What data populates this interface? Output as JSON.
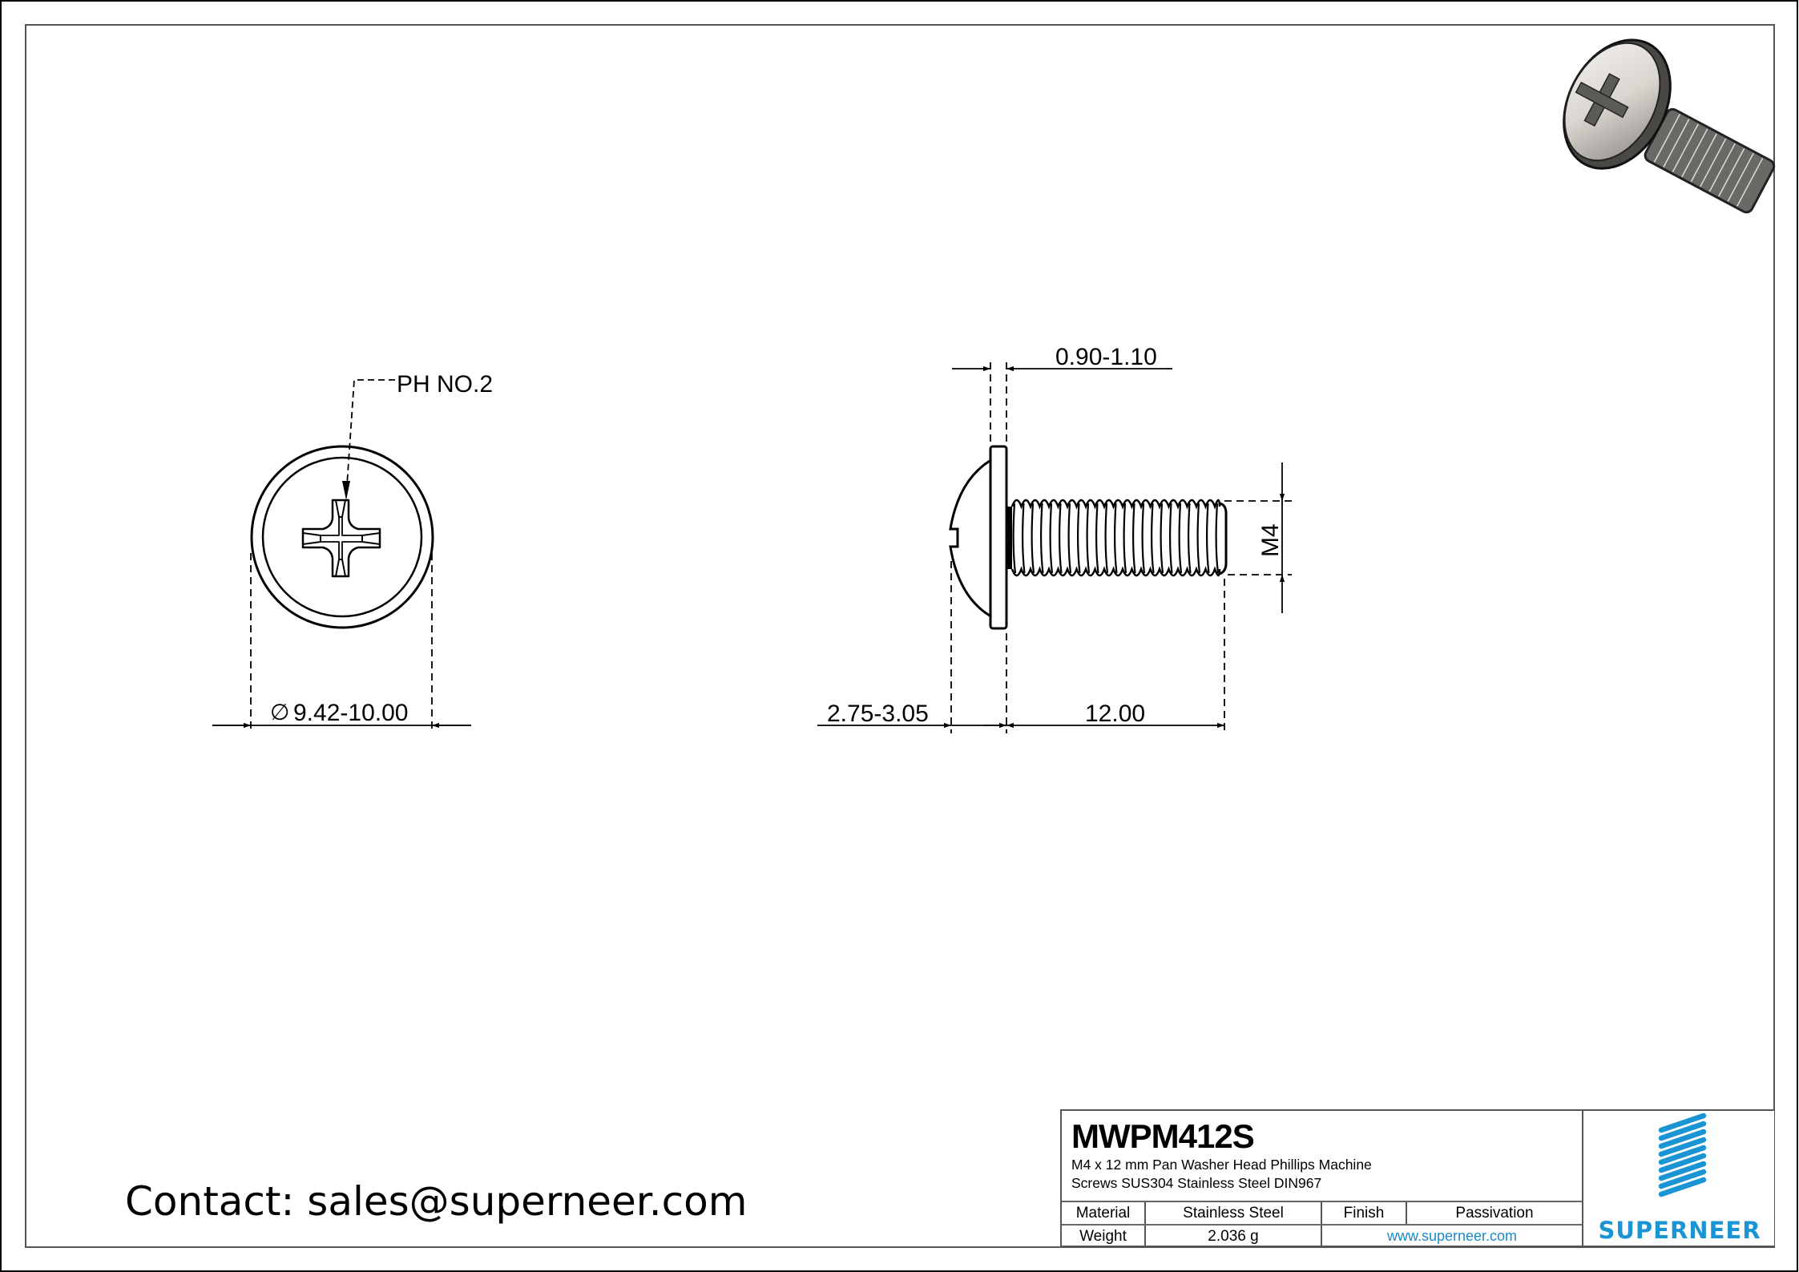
{
  "drawing": {
    "front_view": {
      "drive_callout": "PH NO.2",
      "diameter_symbol": "∅",
      "head_diameter": "9.42-10.00"
    },
    "side_view": {
      "washer_thickness": "0.90-1.10",
      "head_height": "2.75-3.05",
      "length": "12.00",
      "thread_size": "M4"
    }
  },
  "contact": {
    "text": "Contact: sales@superneer.com"
  },
  "title_block": {
    "part_number": "MWPM412S",
    "description_line1": "M4  x  12 mm Pan Washer Head Phillips Machine",
    "description_line2": "Screws SUS304 Stainless Steel DIN967",
    "material_label": "Material",
    "material_value": "Stainless Steel",
    "finish_label": "Finish",
    "finish_value": "Passivation",
    "weight_label": "Weight",
    "weight_value": "2.036 g",
    "website": "www.superneer.com",
    "brand": "SUPERNEER"
  },
  "colors": {
    "brand_blue": "#1a94d4",
    "line": "#000000",
    "frame": "#555555"
  }
}
